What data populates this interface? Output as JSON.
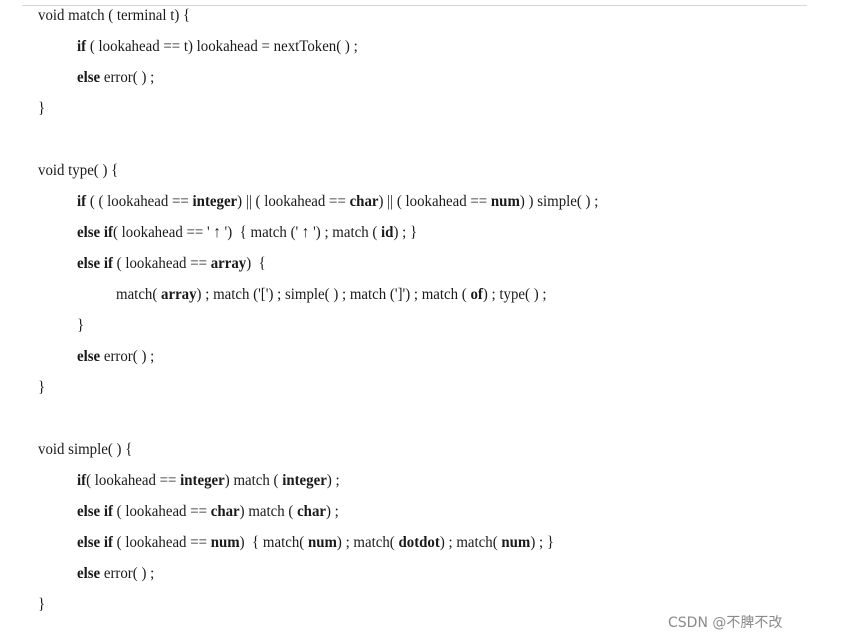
{
  "lines": [
    {
      "indent": 0,
      "segs": [
        [
          "void match ( terminal t) {",
          0
        ]
      ]
    },
    {
      "indent": 1,
      "segs": [
        [
          "if",
          1
        ],
        [
          " ( lookahead == t) lookahead = nextToken( ) ;",
          0
        ]
      ]
    },
    {
      "indent": 1,
      "segs": [
        [
          "else",
          1
        ],
        [
          " error( ) ;",
          0
        ]
      ]
    },
    {
      "indent": 0,
      "segs": [
        [
          "}",
          0
        ]
      ]
    },
    {
      "blank": true
    },
    {
      "indent": 0,
      "segs": [
        [
          "void type( ) {",
          0
        ]
      ]
    },
    {
      "indent": 1,
      "segs": [
        [
          "if",
          1
        ],
        [
          " ( ( lookahead == ",
          0
        ],
        [
          "integer",
          1
        ],
        [
          ") || ( lookahead == ",
          0
        ],
        [
          "char",
          1
        ],
        [
          ") || ( lookahead == ",
          0
        ],
        [
          "num",
          1
        ],
        [
          ") ) simple( ) ;",
          0
        ]
      ]
    },
    {
      "indent": 1,
      "segs": [
        [
          "else if",
          1
        ],
        [
          "( lookahead == ' ↑ ')  { match (' ↑ ') ; match ( ",
          0
        ],
        [
          "id",
          1
        ],
        [
          ") ; }",
          0
        ]
      ]
    },
    {
      "indent": 1,
      "segs": [
        [
          "else if",
          1
        ],
        [
          " ( lookahead == ",
          0
        ],
        [
          "array",
          1
        ],
        [
          ")  {",
          0
        ]
      ]
    },
    {
      "indent": 2,
      "segs": [
        [
          "match( ",
          0
        ],
        [
          "array",
          1
        ],
        [
          ") ; match ('[') ; simple( ) ; match (']') ; match ( ",
          0
        ],
        [
          "of",
          1
        ],
        [
          ") ; type( ) ;",
          0
        ]
      ]
    },
    {
      "indent": 1,
      "segs": [
        [
          "}",
          0
        ]
      ]
    },
    {
      "indent": 1,
      "segs": [
        [
          "else",
          1
        ],
        [
          " error( ) ;",
          0
        ]
      ]
    },
    {
      "indent": 0,
      "segs": [
        [
          "}",
          0
        ]
      ]
    },
    {
      "blank": true
    },
    {
      "indent": 0,
      "segs": [
        [
          "void simple( ) {",
          0
        ]
      ]
    },
    {
      "indent": 1,
      "segs": [
        [
          "if",
          1
        ],
        [
          "( lookahead == ",
          0
        ],
        [
          "integer",
          1
        ],
        [
          ") match ( ",
          0
        ],
        [
          "integer",
          1
        ],
        [
          ") ;",
          0
        ]
      ]
    },
    {
      "indent": 1,
      "segs": [
        [
          "else if",
          1
        ],
        [
          " ( lookahead == ",
          0
        ],
        [
          "char",
          1
        ],
        [
          ") match ( ",
          0
        ],
        [
          "char",
          1
        ],
        [
          ") ;",
          0
        ]
      ]
    },
    {
      "indent": 1,
      "segs": [
        [
          "else if",
          1
        ],
        [
          " ( lookahead == ",
          0
        ],
        [
          "num",
          1
        ],
        [
          ")  { match( ",
          0
        ],
        [
          "num",
          1
        ],
        [
          ") ; match( ",
          0
        ],
        [
          "dotdot",
          1
        ],
        [
          ") ; match( ",
          0
        ],
        [
          "num",
          1
        ],
        [
          ") ; }",
          0
        ]
      ]
    },
    {
      "indent": 1,
      "segs": [
        [
          "else",
          1
        ],
        [
          " error( ) ;",
          0
        ]
      ]
    },
    {
      "indent": 0,
      "segs": [
        [
          "}",
          0
        ]
      ]
    }
  ],
  "watermark": "CSDN @不脾不改"
}
